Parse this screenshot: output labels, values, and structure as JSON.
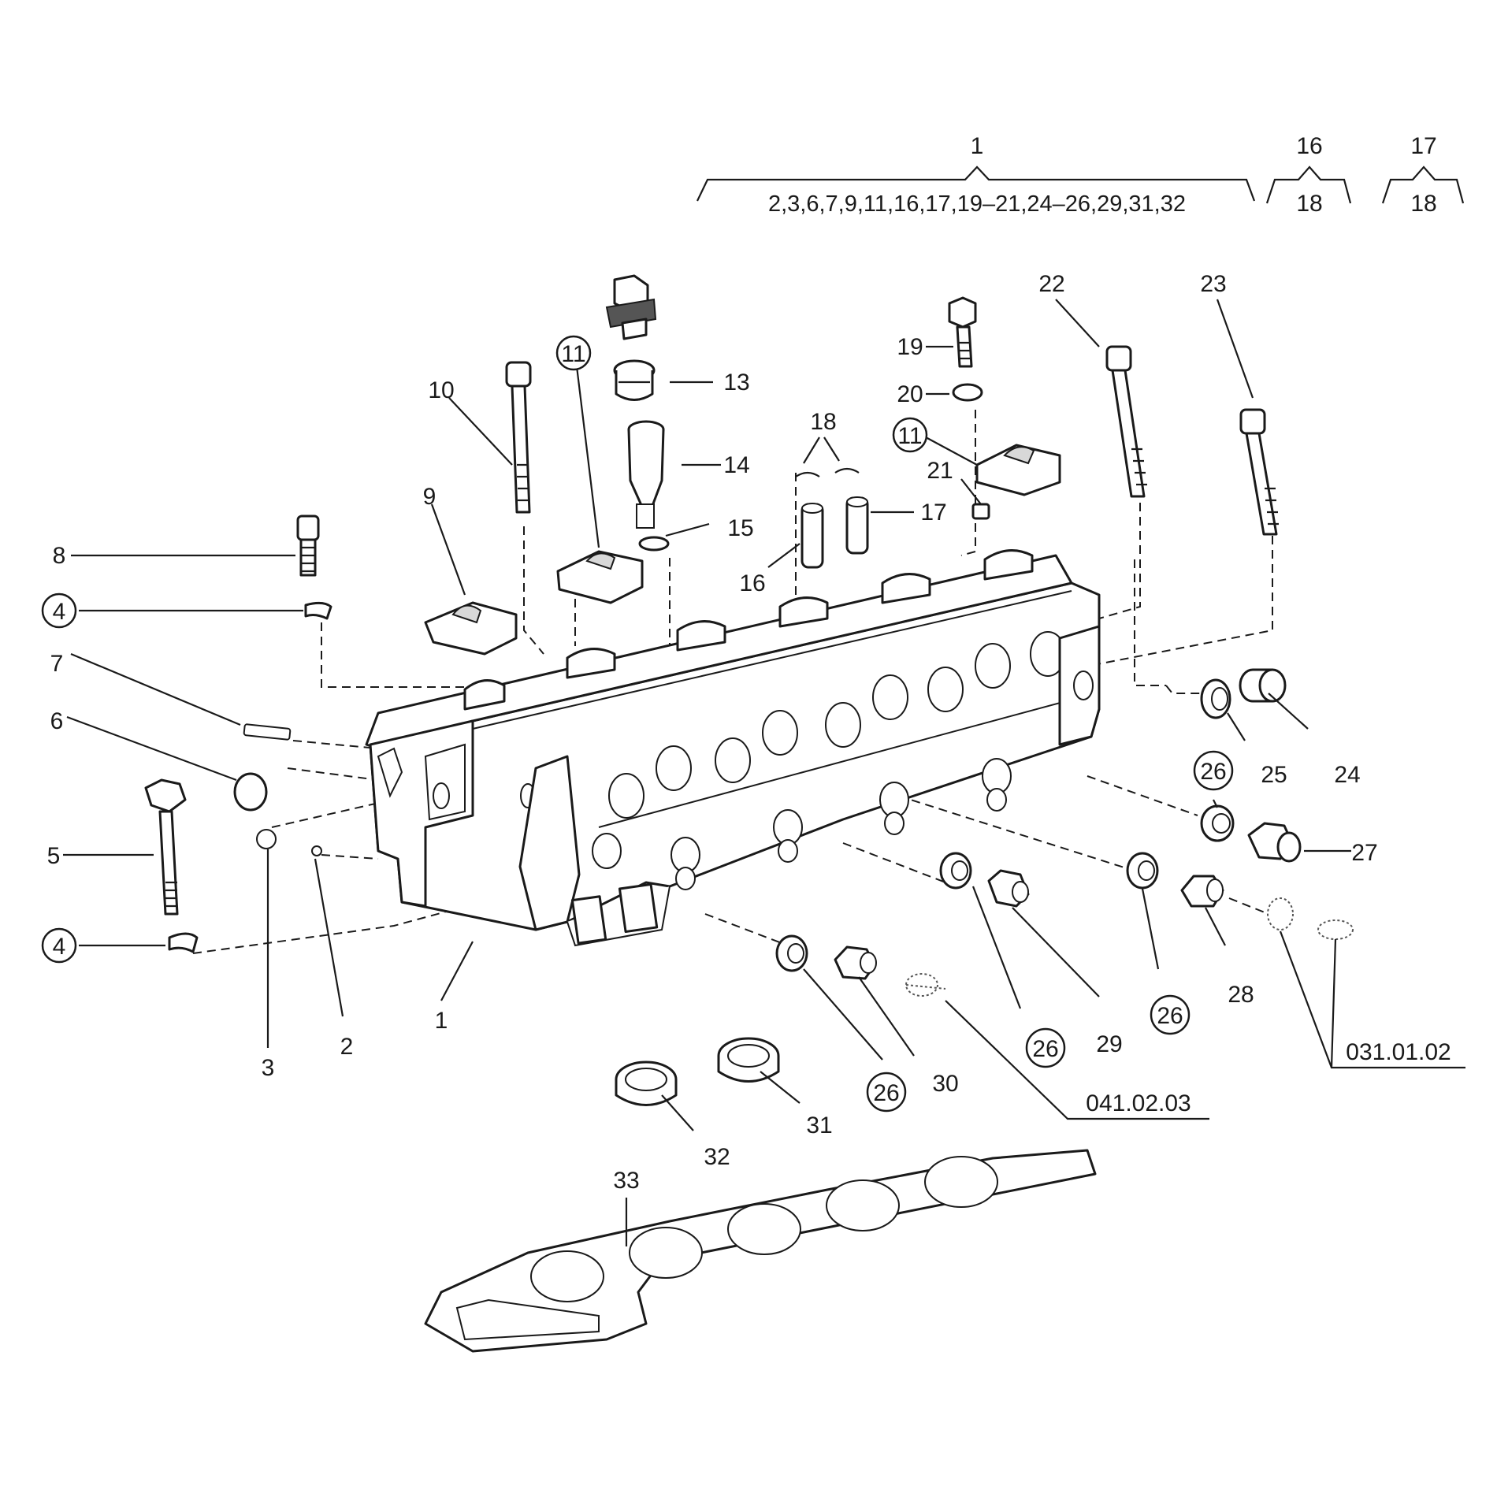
{
  "groups": {
    "g1": {
      "top": "1",
      "bottom": "2,3,6,7,9,11,16,17,19–21,24–26,29,31,32"
    },
    "g16": {
      "top": "16",
      "bottom": "18"
    },
    "g17": {
      "top": "17",
      "bottom": "18"
    }
  },
  "callouts": {
    "c1": "1",
    "c2": "2",
    "c3": "3",
    "c4a": "4",
    "c4b": "4",
    "c5": "5",
    "c6": "6",
    "c7": "7",
    "c8": "8",
    "c9": "9",
    "c10": "10",
    "c11a": "11",
    "c11b": "11",
    "c13": "13",
    "c14": "14",
    "c15": "15",
    "c16": "16",
    "c17": "17",
    "c18": "18",
    "c19": "19",
    "c20": "20",
    "c21": "21",
    "c22": "22",
    "c23": "23",
    "c24": "24",
    "c25": "25",
    "c26a": "26",
    "c26b": "26",
    "c26c": "26",
    "c26d": "26",
    "c27": "27",
    "c28": "28",
    "c29": "29",
    "c30": "30",
    "c31": "31",
    "c32": "32",
    "c33": "33"
  },
  "references": {
    "r1": "031.01.02",
    "r2": "041.02.03"
  }
}
